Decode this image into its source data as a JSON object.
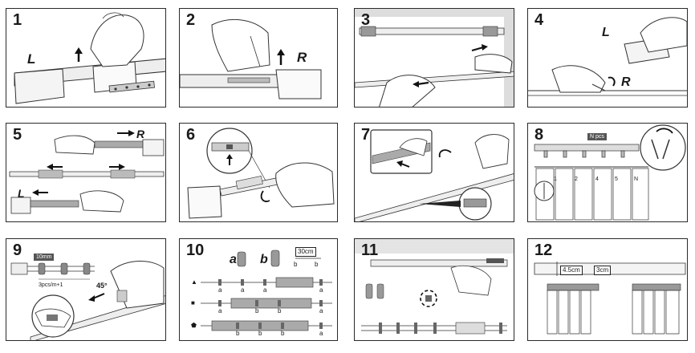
{
  "steps": [
    {
      "number": "1",
      "labels": [
        "L"
      ]
    },
    {
      "number": "2",
      "labels": [
        "R"
      ]
    },
    {
      "number": "3",
      "labels": []
    },
    {
      "number": "4",
      "labels": [
        "L",
        "R"
      ]
    },
    {
      "number": "5",
      "labels": [
        "R",
        "L"
      ]
    },
    {
      "number": "6",
      "labels": []
    },
    {
      "number": "7",
      "labels": []
    },
    {
      "number": "8",
      "labels": [
        "N pcs",
        "1",
        "2",
        "4",
        "5",
        "N"
      ]
    },
    {
      "number": "9",
      "labels": [
        "10mm",
        "3pcs/m+1",
        "45°"
      ]
    },
    {
      "number": "10",
      "labels": [
        "a",
        "b",
        "30cm",
        "b",
        "b"
      ],
      "rows": [
        {
          "symbol": "▲",
          "clips": [
            "a",
            "a",
            "a"
          ],
          "end": "a"
        },
        {
          "symbol": "■",
          "clips": [
            "a",
            "b",
            "b"
          ],
          "end": "a"
        },
        {
          "symbol": "⬟",
          "clips": [
            "b",
            "b",
            "b"
          ],
          "end": "a"
        }
      ]
    },
    {
      "number": "11",
      "labels": []
    },
    {
      "number": "12",
      "labels": [
        "4.5cm",
        "3cm"
      ]
    }
  ]
}
